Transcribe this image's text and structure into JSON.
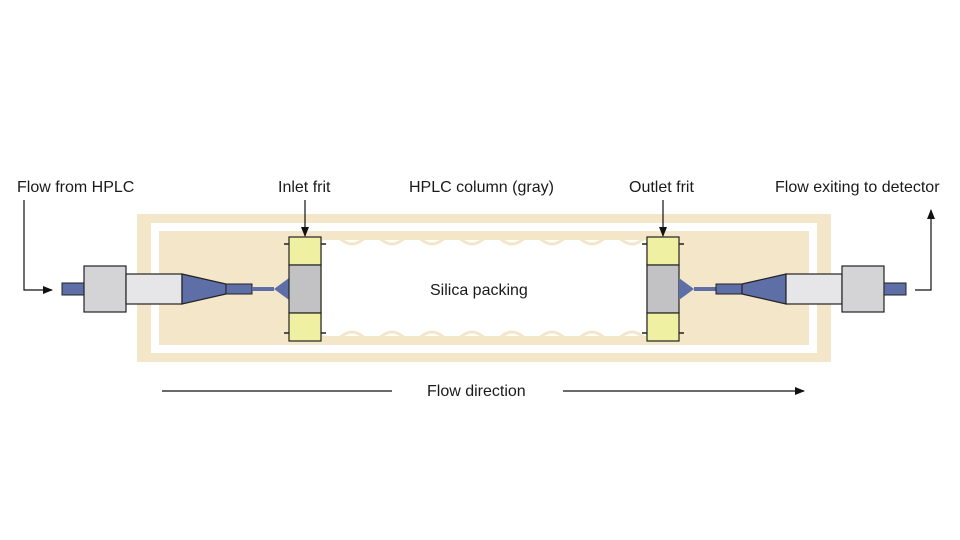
{
  "labels": {
    "flow_from": "Flow from HPLC",
    "inlet_frit": "Inlet frit",
    "column": "HPLC column (gray)",
    "outlet_frit": "Outlet frit",
    "flow_exit": "Flow exiting to detector",
    "packing": "Silica packing",
    "flow_direction": "Flow direction"
  },
  "colors": {
    "column_body": "#f4e6c8",
    "fitting_gray": "#d4d4d6",
    "fitting_light": "#e6e6e8",
    "tube_blue": "#5d6fa6",
    "frit_yellow": "#f0f0a2",
    "frit_gray": "#c2c2c4",
    "outline": "#222222"
  }
}
